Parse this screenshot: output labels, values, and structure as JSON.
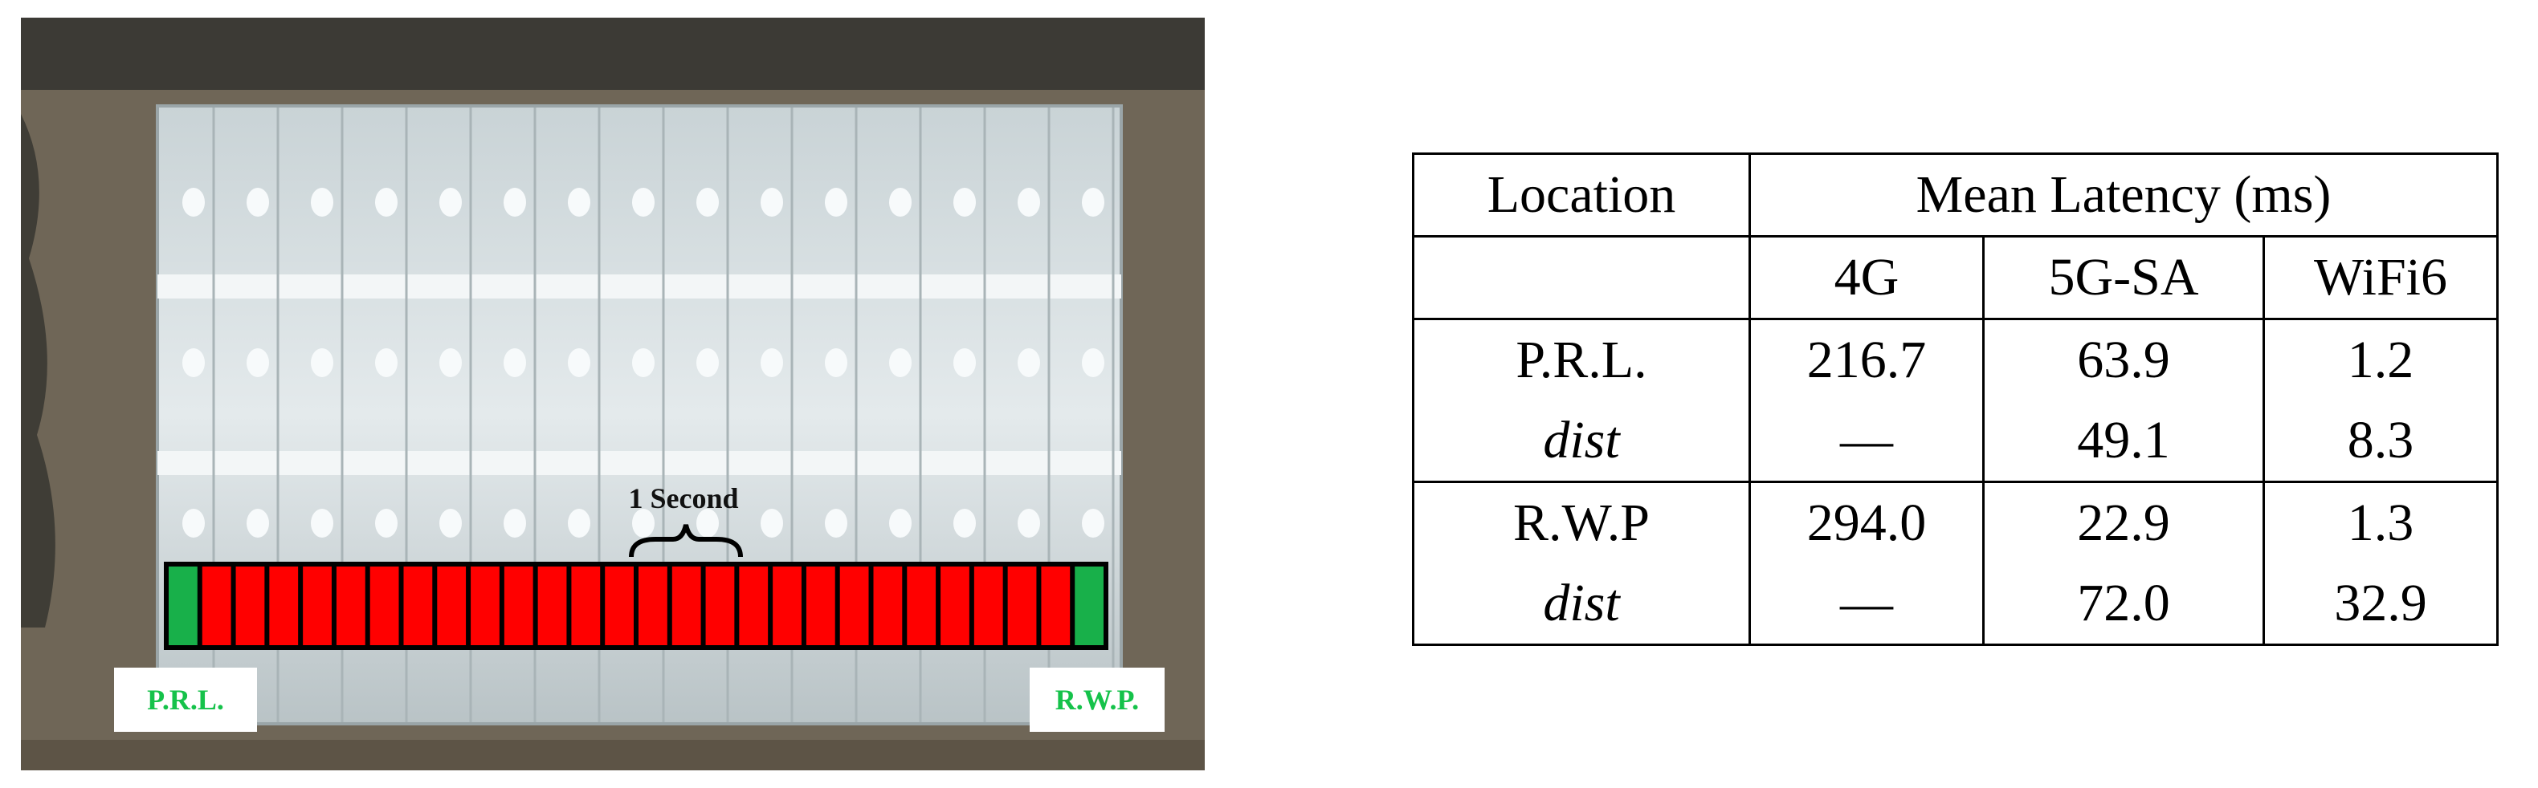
{
  "figure": {
    "bar_label": "1 Second",
    "start_label": "P.R.L.",
    "end_label": "R.W.P.",
    "segment_count": 28,
    "colors": {
      "bar_fill": "#ff0000",
      "endpoint": "#18b04a",
      "label_text": "#15c24a"
    }
  },
  "table": {
    "header": {
      "location": "Location",
      "group": "Mean Latency (ms)"
    },
    "columns": [
      "4G",
      "5G-SA",
      "WiFi6"
    ],
    "rows": [
      {
        "loc": "P.R.L.",
        "v4g": "216.7",
        "v5g": "63.9",
        "vwifi": "1.2"
      },
      {
        "loc": "dist",
        "v4g": "—",
        "v5g": "49.1",
        "vwifi": "8.3"
      },
      {
        "loc": "R.W.P",
        "v4g": "294.0",
        "v5g": "22.9",
        "vwifi": "1.3"
      },
      {
        "loc": "dist",
        "v4g": "—",
        "v5g": "72.0",
        "vwifi": "32.9"
      }
    ]
  }
}
